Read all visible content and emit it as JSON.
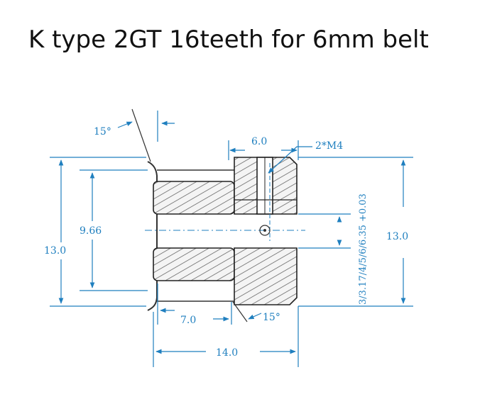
{
  "title": "K type 2GT 16teeth for 6mm belt",
  "labels": {
    "angle_top": "15°",
    "hub_width": "6.0",
    "screw": "2*M4",
    "inner_dia": "9.66",
    "outer_dia_left": "13.0",
    "bore": "3/3.17/4/5/6/6.35 +0.03",
    "outer_dia_right": "13.0",
    "belt_width": "7.0",
    "angle_bottom": "15°",
    "total_width": "14.0"
  },
  "colors": {
    "dimension": "#1f7fbf",
    "outline": "#222222",
    "hatch": "#555555"
  }
}
